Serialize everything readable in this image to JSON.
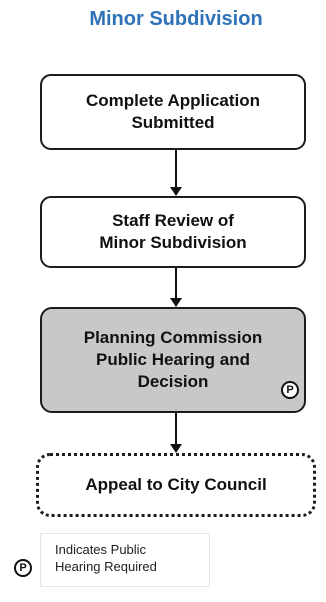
{
  "title": "Minor Subdivision",
  "steps": [
    {
      "label": "Complete Application\nSubmitted"
    },
    {
      "label": "Staff Review of\nMinor Subdivision"
    },
    {
      "label": "Planning Commission\nPublic Hearing and\nDecision",
      "badge": "P"
    },
    {
      "label": "Appeal to City Council"
    }
  ],
  "legend": {
    "badge": "P",
    "text": "Indicates Public\nHearing Required"
  }
}
